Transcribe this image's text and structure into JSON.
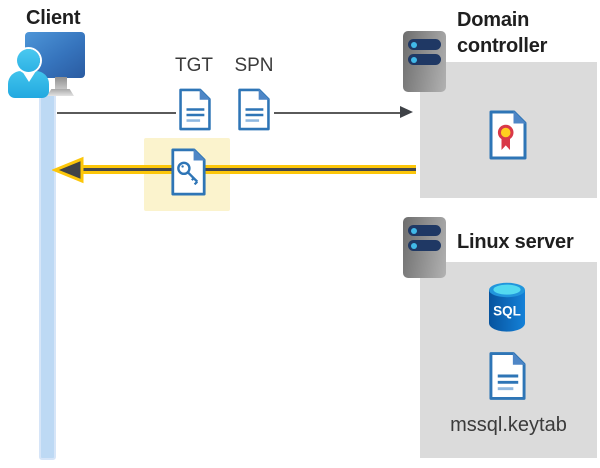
{
  "client": {
    "label": "Client"
  },
  "flow": {
    "tgt_label": "TGT",
    "spn_label": "SPN",
    "request_arrow": "thin gray arrow from client to domain controller",
    "response_arrow": "thick yellow highlighted arrow from domain controller to client"
  },
  "domain_controller": {
    "label": "Domain controller"
  },
  "linux_server": {
    "label": "Linux server",
    "sql_label": "SQL",
    "keytab_label": "mssql.keytab"
  },
  "icons": {
    "client-user-icon": "cyan person silhouette",
    "client-monitor-icon": "blue desktop monitor",
    "client-lifeline": "light blue vertical timeline bar",
    "server-icon": "gray server tower with two navy slots and cyan leds",
    "document-icon": "white page with blue folded corner and text lines",
    "key-document-icon": "white page with blue key glyph",
    "certificate-icon": "white page with red and yellow rosette ribbon",
    "sql-database-icon": "blue cylinder database labeled SQL"
  },
  "colors": {
    "accent_yellow": "#fcc60a",
    "arrow_dark": "#3f4247",
    "line_gray": "#5a5a5a",
    "doc_border_blue": "#2e75b6",
    "doc_fold_blue": "#4e86c6",
    "doc_line_light": "#8fb8e0",
    "highlight_yellow": "#fbf3cd",
    "lifeline_blue": "#bdd9f4",
    "box_gray": "#dbdbdb",
    "server_navy": "#1f3864",
    "dot_cyan": "#41b9e8",
    "cert_red": "#d93848",
    "cert_yellow": "#ffce1f",
    "text_dark": "#1f1f1f",
    "text_gray": "#3b3b3b"
  }
}
